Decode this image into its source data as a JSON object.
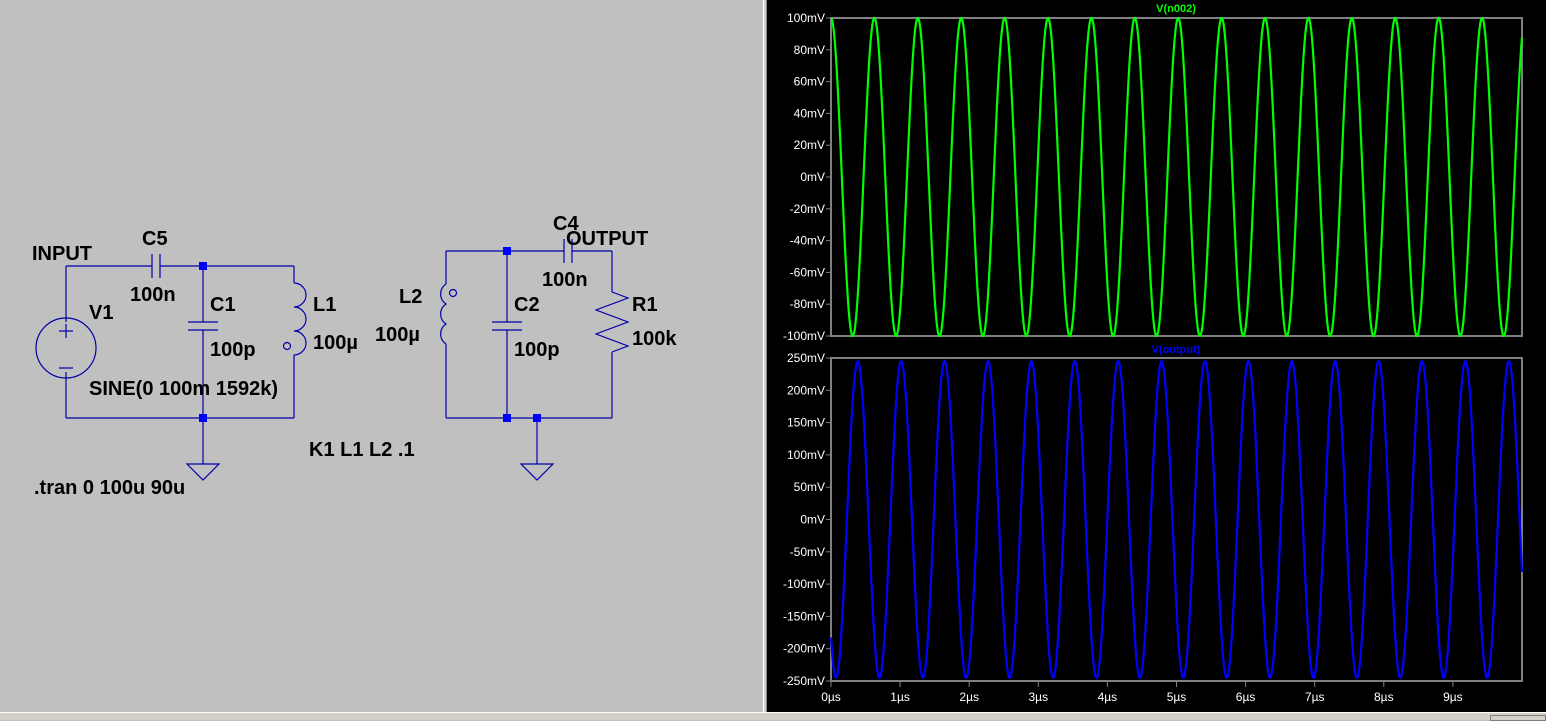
{
  "schematic": {
    "net_labels": {
      "input": "INPUT",
      "output": "OUTPUT"
    },
    "components": {
      "v1": {
        "name": "V1",
        "value": "SINE(0 100m 1592k)"
      },
      "c5": {
        "name": "C5",
        "value": "100n"
      },
      "c1": {
        "name": "C1",
        "value": "100p"
      },
      "l1": {
        "name": "L1",
        "value": "100µ"
      },
      "l2": {
        "name": "L2",
        "value": "100µ"
      },
      "c2": {
        "name": "C2",
        "value": "100p"
      },
      "c4": {
        "name": "C4",
        "value": "100n"
      },
      "r1": {
        "name": "R1",
        "value": "100k"
      }
    },
    "directives": {
      "coupling": "K1 L1 L2 .1",
      "tran": ".tran 0 100u 90u"
    }
  },
  "colors": {
    "wire": "#0000aa",
    "junction": "#0000ff",
    "trace_top": "#00ff00",
    "trace_bottom": "#0000ff",
    "grid": "#808080",
    "plot_bg": "#000000",
    "schematic_bg": "#c0c0c0"
  },
  "chart_data": [
    {
      "type": "line",
      "title": "V(n002)",
      "x_range_us": [
        0,
        10
      ],
      "ylim_mV": [
        -100,
        100
      ],
      "y_ticks": [
        "100mV",
        "80mV",
        "60mV",
        "40mV",
        "20mV",
        "0mV",
        "-20mV",
        "-40mV",
        "-60mV",
        "-80mV",
        "-100mV"
      ],
      "series": [
        {
          "name": "V(n002)",
          "amplitude_mV": 100,
          "frequency_MHz": 1.592,
          "color": "#00ff00"
        }
      ]
    },
    {
      "type": "line",
      "title": "V(output)",
      "x_range_us": [
        0,
        10
      ],
      "ylim_mV": [
        -250,
        250
      ],
      "y_ticks": [
        "250mV",
        "200mV",
        "150mV",
        "100mV",
        "50mV",
        "0mV",
        "-50mV",
        "-100mV",
        "-150mV",
        "-200mV",
        "-250mV"
      ],
      "x_ticks": [
        "0µs",
        "1µs",
        "2µs",
        "3µs",
        "4µs",
        "5µs",
        "6µs",
        "7µs",
        "8µs",
        "9µs"
      ],
      "series": [
        {
          "name": "V(output)",
          "amplitude_mV": 245,
          "frequency_MHz": 1.592,
          "color": "#0000ff"
        }
      ]
    }
  ]
}
